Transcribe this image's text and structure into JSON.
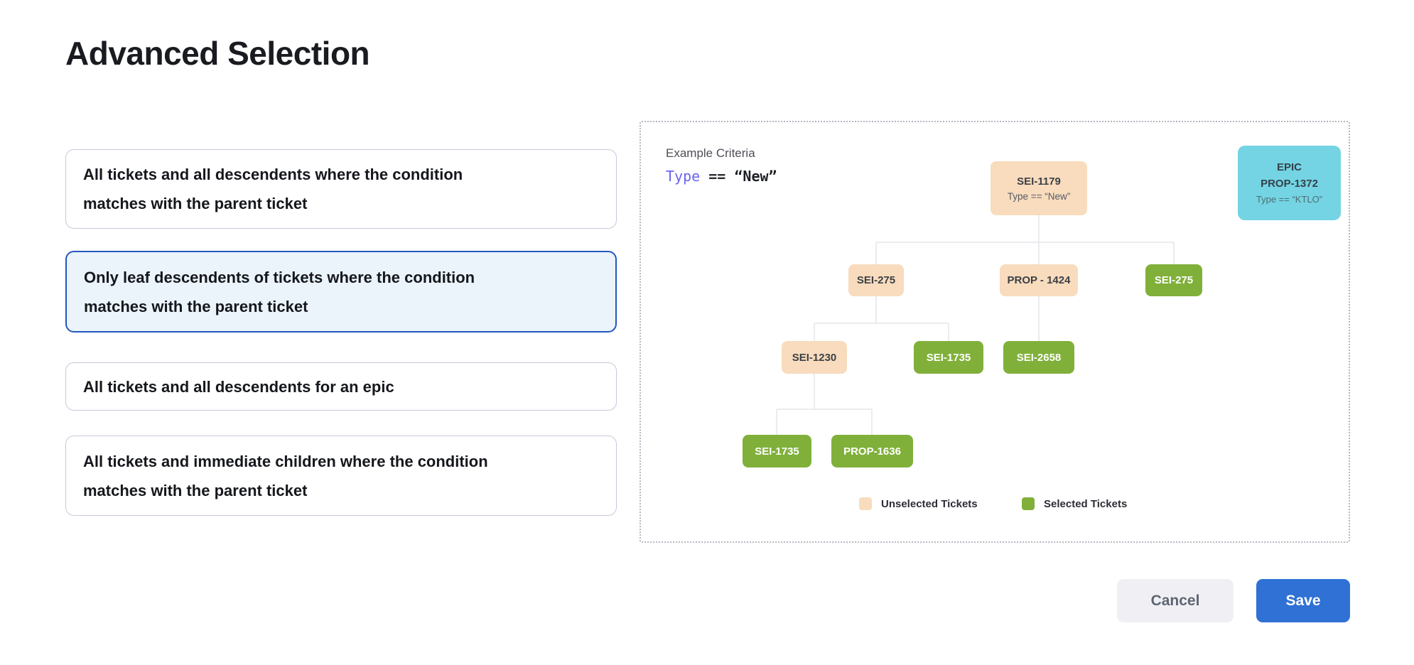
{
  "page": {
    "title": "Advanced Selection"
  },
  "options": [
    {
      "label": "All tickets and all descendents where the condition matches with the parent ticket",
      "state": "default"
    },
    {
      "label": "Only leaf descendents of tickets where the condition matches with the parent ticket",
      "state": "selected"
    },
    {
      "label": "All tickets and all descendents for an epic",
      "state": "default"
    },
    {
      "label": "All tickets and immediate children where the condition matches with the parent ticket",
      "state": "default"
    }
  ],
  "example": {
    "heading": "Example Criteria",
    "criteria": {
      "field": "Type",
      "operator": "==",
      "value": "“New”"
    },
    "epic": {
      "type_label": "EPIC",
      "id": "PROP-1372",
      "criteria": "Type == “KTLO”"
    },
    "tree": {
      "nodes": [
        {
          "id": "SEI-1179",
          "criteria": "Type == “New”",
          "state": "unselected"
        },
        {
          "id": "SEI-275",
          "state": "unselected"
        },
        {
          "id": "PROP - 1424",
          "state": "unselected"
        },
        {
          "id": "SEI-275",
          "state": "selected"
        },
        {
          "id": "SEI-1230",
          "state": "unselected"
        },
        {
          "id": "SEI-1735",
          "state": "selected"
        },
        {
          "id": "SEI-2658",
          "state": "selected"
        },
        {
          "id": "SEI-1735",
          "state": "selected"
        },
        {
          "id": "PROP-1636",
          "state": "selected"
        }
      ]
    },
    "legend": [
      {
        "label": "Unselected Tickets",
        "color": "#f8dcbd"
      },
      {
        "label": "Selected Tickets",
        "color": "#80b03a"
      }
    ]
  },
  "footer": {
    "cancel_label": "Cancel",
    "save_label": "Save"
  },
  "colors": {
    "selected-border": "#2456c0",
    "selected-bg": "#ebf4fb",
    "card-border": "#c7c9d9",
    "peach": "#f8dcbd",
    "green": "#80b03a",
    "cyan": "#74d4e3",
    "indigo": "#6b66f0",
    "line": "#e3e5ea",
    "save-bg": "#2f71d4",
    "cancel-bg": "#f0f0f4",
    "cancel-text": "#5d6472",
    "text-dark": "#191b20",
    "text-gray": "#4c4f57"
  }
}
